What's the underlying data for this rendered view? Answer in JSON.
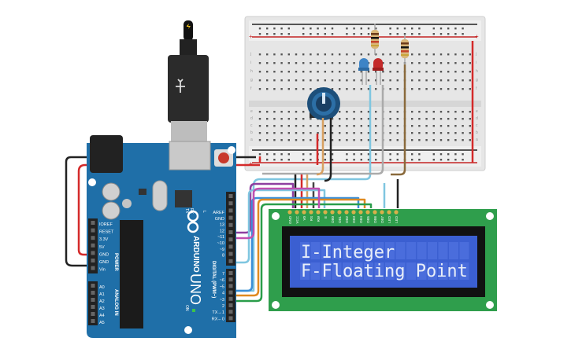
{
  "lcd": {
    "line1": "I-Integer",
    "line2": "F-Floating Point",
    "pin_labels": [
      "GND",
      "VCC",
      "V0",
      "RS",
      "RW",
      "E",
      "DB0",
      "DB1",
      "DB2",
      "DB3",
      "DB4",
      "DB5",
      "DB6",
      "DB7",
      "LED",
      "LED"
    ]
  },
  "arduino": {
    "brand": "ARDUINO",
    "model": "UNO",
    "power_header_title": "POWER",
    "analog_header_title": "ANALOG IN",
    "digital_header_title": "DIGITAL (PWM~)",
    "power_pins": [
      "IOREF",
      "RESET",
      "3.3V",
      "5V",
      "GND",
      "GND",
      "Vin"
    ],
    "analog_pins": [
      "A0",
      "A1",
      "A2",
      "A3",
      "A4",
      "A5"
    ],
    "digital_pins_top": [
      "AREF",
      "GND",
      "13",
      "12",
      "~11",
      "~10",
      "~9",
      "8"
    ],
    "digital_pins_bottom": [
      "7",
      "~6",
      "~5",
      "4",
      "~3",
      "2",
      "TX→1",
      "RX←0"
    ],
    "on_label": "ON",
    "tx_label": "TX",
    "rx_label": "RX",
    "l_label": "L"
  },
  "breadboard": {
    "row_letters_top": [
      "j",
      "i",
      "h",
      "g",
      "f"
    ],
    "row_letters_bottom": [
      "e",
      "d",
      "c",
      "b",
      "a"
    ],
    "rail_plus": "+",
    "rail_minus": "−"
  },
  "colors": {
    "arduino_blue": "#1f6fa8",
    "lcd_green": "#2f9e4c",
    "lcd_screen": "#3b5fd1",
    "breadboard": "#e9e9e9",
    "wire_red": "#d42a2a",
    "wire_black": "#222222"
  },
  "icons": {
    "usb": "usb-icon",
    "bolt": "bolt-icon"
  }
}
